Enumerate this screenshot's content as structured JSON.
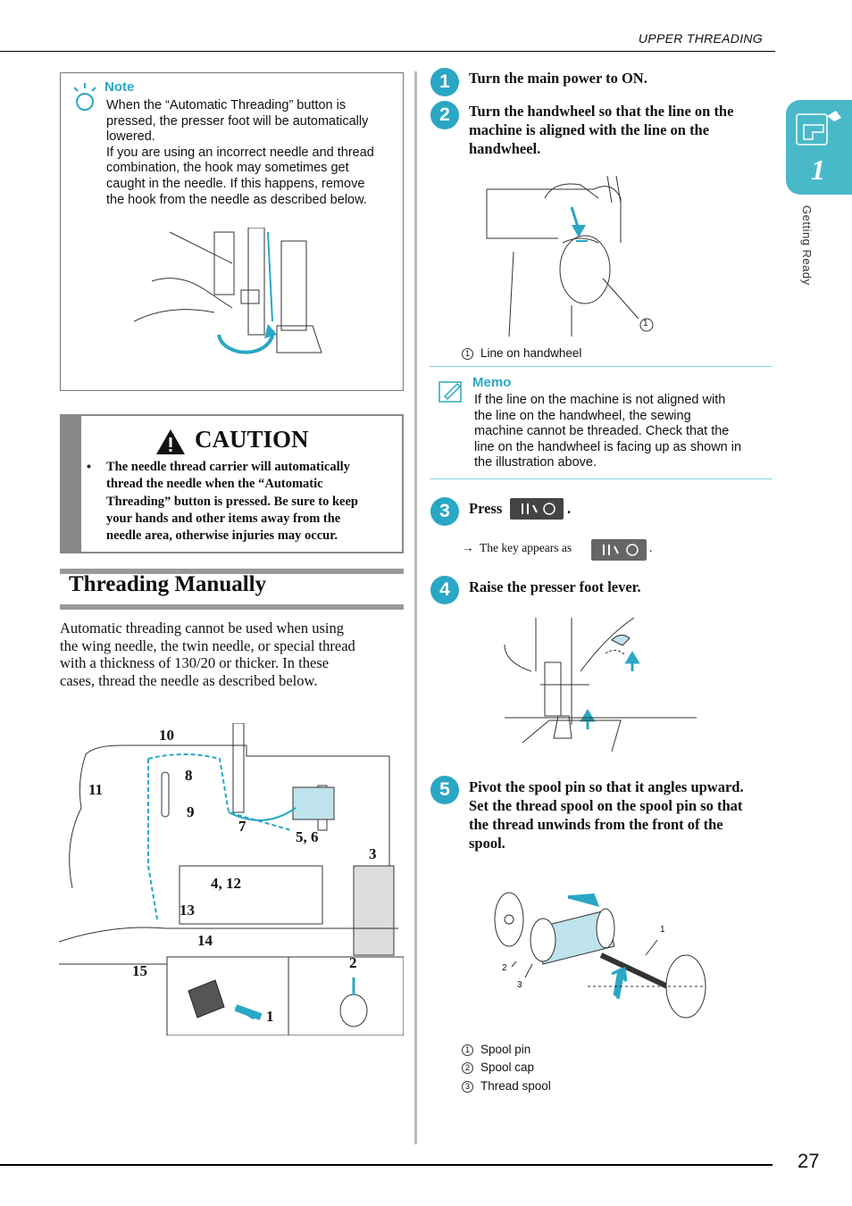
{
  "header": {
    "title": "UPPER THREADING"
  },
  "sidebar": {
    "chapter_number": "1",
    "chapter_label": "Getting Ready"
  },
  "footer": {
    "page_number": "27"
  },
  "note": {
    "title": "Note",
    "lines": [
      "When the “Automatic Threading” button is",
      "pressed, the presser foot will be automatically",
      "lowered.",
      "If you are using an incorrect needle and thread",
      "combination, the hook may sometimes get",
      "caught in the needle. If this happens, remove",
      "the hook from the needle as described below."
    ]
  },
  "caution": {
    "title": "CAUTION",
    "bullet": "•",
    "lines": [
      "The needle thread carrier will automatically",
      "thread the needle when the “Automatic",
      "Threading” button is pressed. Be sure to keep",
      "your hands and other items away from the",
      "needle area, otherwise injuries may occur."
    ]
  },
  "section": {
    "title": "Threading Manually",
    "paragraph_lines": [
      "Automatic threading cannot be used when using",
      "the wing needle, the twin needle, or special thread",
      "with a thickness of 130/20 or thicker. In these",
      "cases, thread the needle as described below."
    ]
  },
  "diagram_labels": {
    "l10": "10",
    "l8": "8",
    "l11": "11",
    "l9": "9",
    "l7": "7",
    "l56": "5, 6",
    "l3": "3",
    "l412": "4, 12",
    "l13": "13",
    "l14": "14",
    "l15": "15",
    "l2": "2",
    "l1": "1"
  },
  "steps": [
    {
      "num": "1",
      "lines": [
        "Turn the main power to ON."
      ]
    },
    {
      "num": "2",
      "lines": [
        "Turn the handwheel so that the line on the",
        "machine is aligned with the line on the",
        "handwheel."
      ]
    },
    {
      "num": "3",
      "lines": [
        "Press"
      ],
      "suffix": "."
    },
    {
      "num": "4",
      "lines": [
        "Raise the presser foot lever."
      ]
    },
    {
      "num": "5",
      "lines": [
        "Pivot the spool pin so that it angles upward.",
        "Set the thread spool on the spool pin so that",
        "the thread unwinds from the front of the",
        "spool."
      ]
    }
  ],
  "captions": {
    "handwheel": {
      "num": "1",
      "text": "Line on handwheel"
    },
    "key_appears": {
      "arrow": "→",
      "text": "The key appears as",
      "suffix": "."
    },
    "spool": [
      {
        "num": "1",
        "text": "Spool pin"
      },
      {
        "num": "2",
        "text": "Spool cap"
      },
      {
        "num": "3",
        "text": "Thread spool"
      }
    ]
  },
  "figure_callouts": {
    "handwheel_1": "1",
    "spool_1": "1",
    "spool_2": "2",
    "spool_3": "3"
  },
  "memo": {
    "title": "Memo",
    "lines": [
      "If the line on the machine is not aligned with",
      "the line on the handwheel, the sewing",
      "machine cannot be threaded. Check that the",
      "line on the handwheel is facing up as shown in",
      "the illustration above."
    ]
  },
  "colors": {
    "accent": "#2aa7c4",
    "caution_gray": "#888888",
    "tab": "#49b9c9"
  }
}
